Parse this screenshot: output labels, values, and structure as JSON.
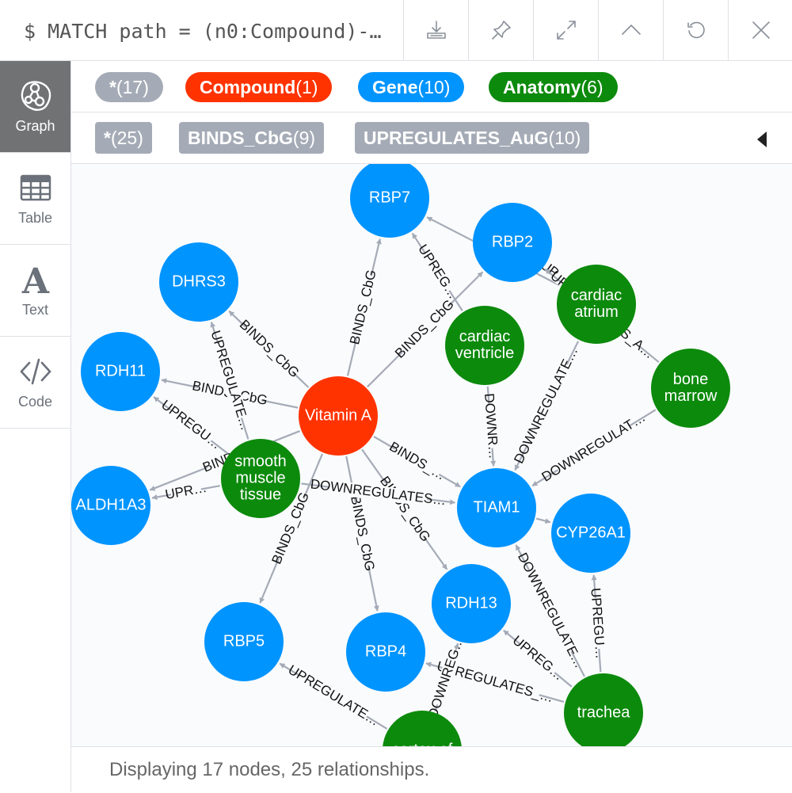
{
  "header": {
    "query": "$ MATCH path = (n0:Compound)-…",
    "buttons": [
      "download-icon",
      "pin-icon",
      "expand-icon",
      "collapse-up-icon",
      "rerun-icon",
      "close-icon"
    ]
  },
  "sidebar": {
    "items": [
      {
        "label": "Graph",
        "icon": "graph-icon",
        "active": true
      },
      {
        "label": "Table",
        "icon": "table-icon",
        "active": false
      },
      {
        "label": "Text",
        "icon": "text-icon",
        "active": false
      },
      {
        "label": "Code",
        "icon": "code-icon",
        "active": false
      }
    ]
  },
  "legend": {
    "labels": [
      {
        "name": "*",
        "count": "(17)",
        "color": "#a5abb6"
      },
      {
        "name": "Compound",
        "count": "(1)",
        "color": "#ff3300"
      },
      {
        "name": "Gene",
        "count": "(10)",
        "color": "#0094ff"
      },
      {
        "name": "Anatomy",
        "count": "(6)",
        "color": "#0c8a0c"
      }
    ],
    "relationships": [
      {
        "name": "*",
        "count": "(25)"
      },
      {
        "name": "BINDS_CbG",
        "count": "(9)"
      },
      {
        "name": "UPREGULATES_AuG",
        "count": "(10)"
      }
    ]
  },
  "graph": {
    "nodes": [
      {
        "id": "vitA",
        "label": [
          "Vitamin A"
        ],
        "type": "Compound"
      },
      {
        "id": "RBP7",
        "label": [
          "RBP7"
        ],
        "type": "Gene"
      },
      {
        "id": "RBP2",
        "label": [
          "RBP2"
        ],
        "type": "Gene"
      },
      {
        "id": "DHRS3",
        "label": [
          "DHRS3"
        ],
        "type": "Gene"
      },
      {
        "id": "RDH11",
        "label": [
          "RDH11"
        ],
        "type": "Gene"
      },
      {
        "id": "ALDH1A3",
        "label": [
          "ALDH1A3"
        ],
        "type": "Gene"
      },
      {
        "id": "TIAM1",
        "label": [
          "TIAM1"
        ],
        "type": "Gene"
      },
      {
        "id": "CYP26A1",
        "label": [
          "CYP26A1"
        ],
        "type": "Gene"
      },
      {
        "id": "RDH13",
        "label": [
          "RDH13"
        ],
        "type": "Gene"
      },
      {
        "id": "RBP4",
        "label": [
          "RBP4"
        ],
        "type": "Gene"
      },
      {
        "id": "RBP5",
        "label": [
          "RBP5"
        ],
        "type": "Gene"
      },
      {
        "id": "cardV",
        "label": [
          "cardiac",
          "ventricle"
        ],
        "type": "Anatomy"
      },
      {
        "id": "cardA",
        "label": [
          "cardiac",
          "atrium"
        ],
        "type": "Anatomy"
      },
      {
        "id": "bone",
        "label": [
          "bone",
          "marrow"
        ],
        "type": "Anatomy"
      },
      {
        "id": "smooth",
        "label": [
          "smooth",
          "muscle",
          "tissue"
        ],
        "type": "Anatomy"
      },
      {
        "id": "trachea",
        "label": [
          "trachea"
        ],
        "type": "Anatomy"
      },
      {
        "id": "cortex",
        "label": [
          "cortex of"
        ],
        "type": "Anatomy"
      }
    ],
    "edges": [
      {
        "from": "vitA",
        "to": "RBP7",
        "label": "BINDS_CbG"
      },
      {
        "from": "vitA",
        "to": "RBP2",
        "label": "BINDS_CbG"
      },
      {
        "from": "vitA",
        "to": "DHRS3",
        "label": "BINDS_CbG"
      },
      {
        "from": "vitA",
        "to": "RDH11",
        "label": "BINDS_CbG"
      },
      {
        "from": "vitA",
        "to": "ALDH1A3",
        "label": "BIND…"
      },
      {
        "from": "vitA",
        "to": "TIAM1",
        "label": "BINDS_…"
      },
      {
        "from": "vitA",
        "to": "RDH13",
        "label": "BINDS_CbG"
      },
      {
        "from": "vitA",
        "to": "RBP4",
        "label": "BINDS_CbG"
      },
      {
        "from": "vitA",
        "to": "RBP5",
        "label": "BINDS_CbG"
      },
      {
        "from": "cardV",
        "to": "RBP7",
        "label": "UPREG…"
      },
      {
        "from": "cardA",
        "to": "RBP7",
        "label": "UPR…"
      },
      {
        "from": "cardA",
        "to": "RBP2",
        "label": "UP…"
      },
      {
        "from": "bone",
        "to": "RBP2",
        "label": "UPREGULATES_A…"
      },
      {
        "from": "cardV",
        "to": "TIAM1",
        "label": "DOWNR…"
      },
      {
        "from": "cardA",
        "to": "TIAM1",
        "label": "DOWNREGULATE…"
      },
      {
        "from": "bone",
        "to": "TIAM1",
        "label": "DOWNREGULAT…"
      },
      {
        "from": "smooth",
        "to": "DHRS3",
        "label": "UPREGULATE…"
      },
      {
        "from": "smooth",
        "to": "RDH11",
        "label": "UPREGU…"
      },
      {
        "from": "smooth",
        "to": "ALDH1A3",
        "label": "UPR…"
      },
      {
        "from": "smooth",
        "to": "TIAM1",
        "label": "DOWNREGULATES…"
      },
      {
        "from": "TIAM1",
        "to": "CYP26A1",
        "label": ""
      },
      {
        "from": "trachea",
        "to": "TIAM1",
        "label": "DOWNREGULATE…"
      },
      {
        "from": "trachea",
        "to": "CYP26A1",
        "label": "UPREGU…"
      },
      {
        "from": "trachea",
        "to": "RDH13",
        "label": "UPREG…"
      },
      {
        "from": "trachea",
        "to": "RBP4",
        "label": "UPREGULATES_…"
      },
      {
        "from": "cortex",
        "to": "RBP5",
        "label": "UPREGULATE…"
      },
      {
        "from": "cortex",
        "to": "RDH13",
        "label": "DOWNREG…"
      }
    ]
  },
  "colors": {
    "Compound": "#ff3300",
    "Gene": "#0094ff",
    "Anatomy": "#0c8a0c",
    "edge": "#a5abb6"
  },
  "footer": {
    "status": "Displaying 17 nodes, 25 relationships."
  }
}
